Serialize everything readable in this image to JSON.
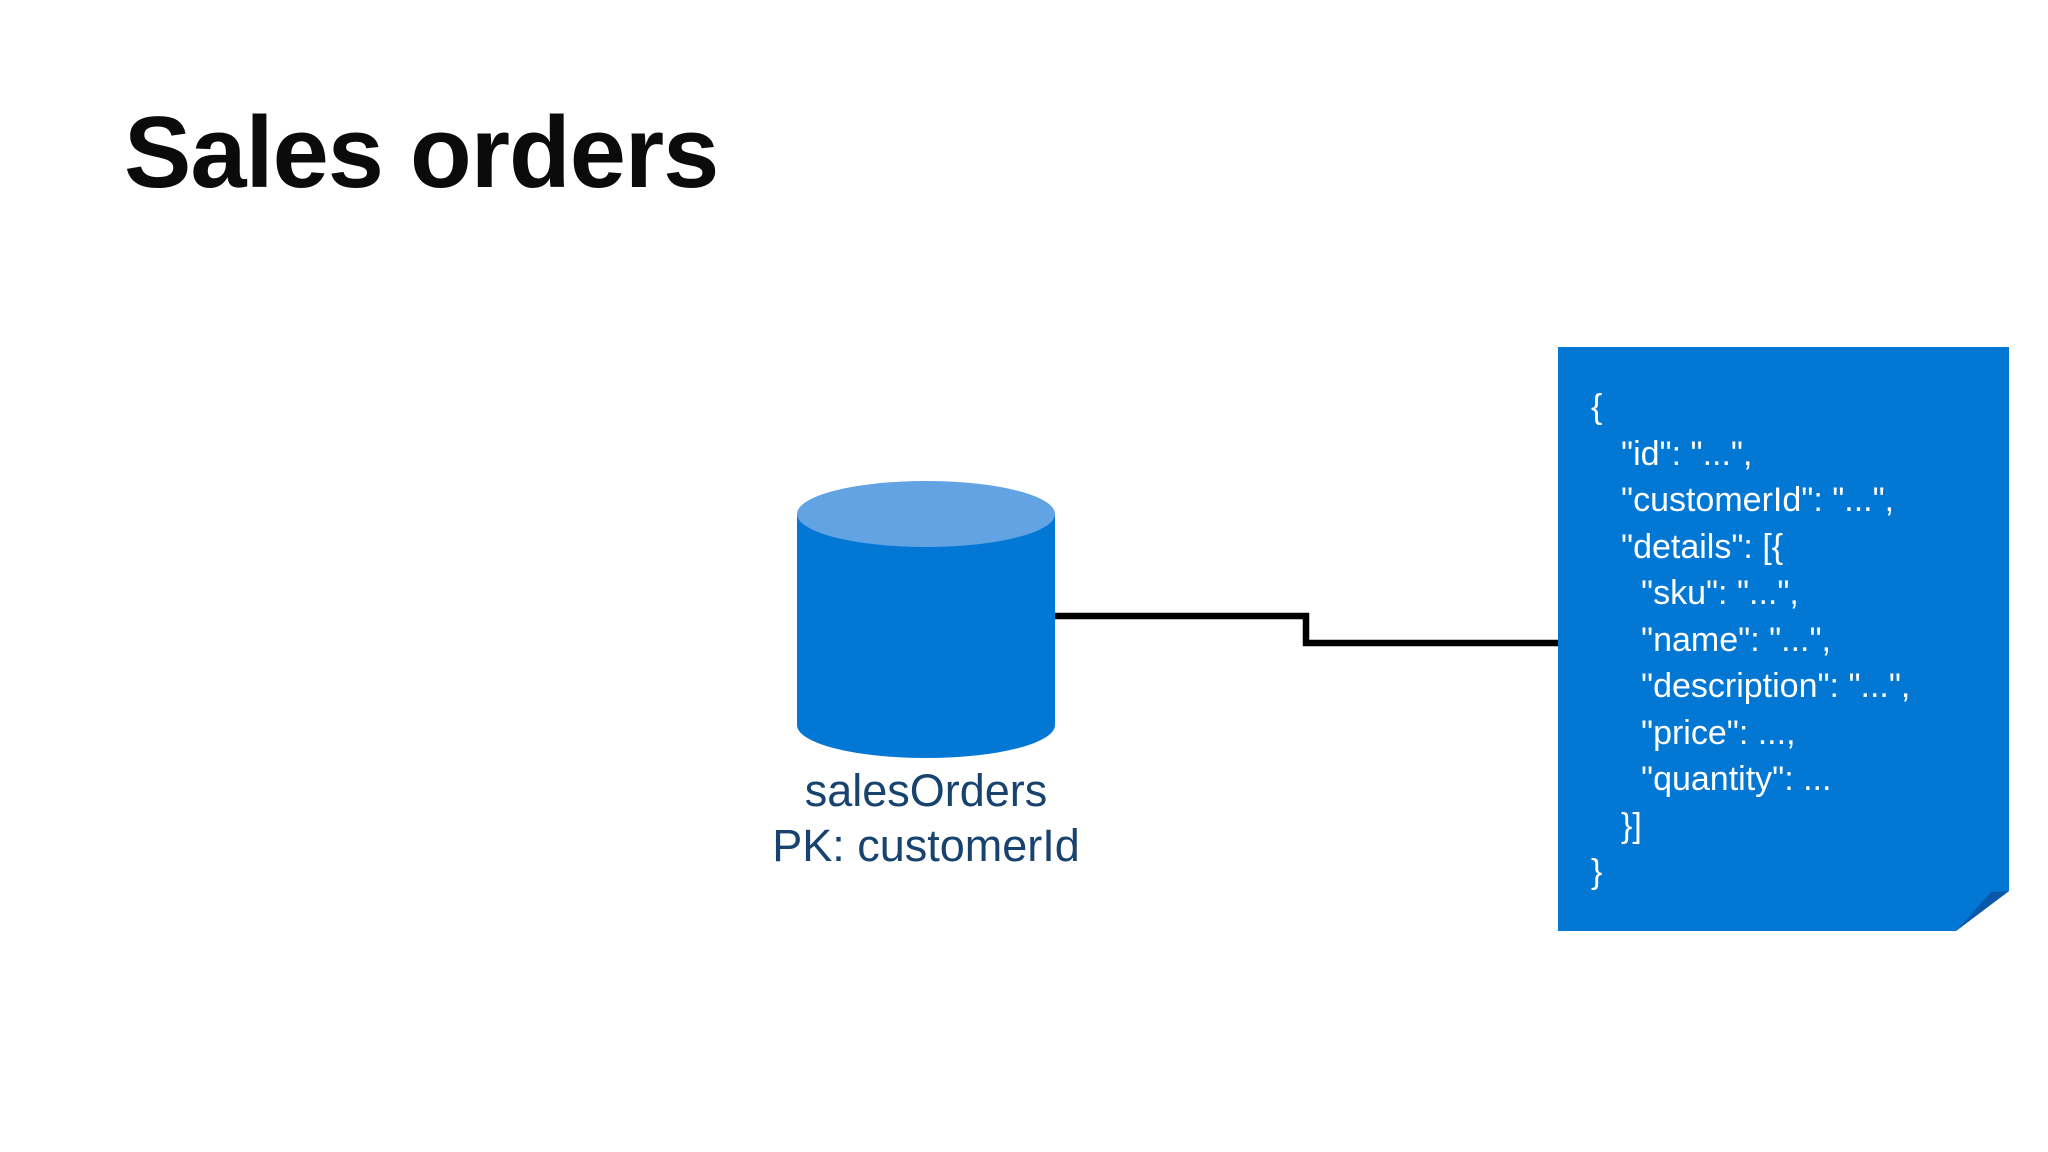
{
  "page": {
    "title": "Sales orders",
    "background": "#ffffff"
  },
  "diagram": {
    "container": {
      "icon": "database-cylinder-icon",
      "label": "salesOrders",
      "sublabel": "PK: customerId",
      "body_color": "#0277d4",
      "top_color": "#61a3e3",
      "label_color": "#17436e"
    },
    "connector": {
      "color": "#000000"
    },
    "document": {
      "fill": "#0277d4",
      "fold_color": "#0a58a9",
      "text_color": "#ffffff",
      "json_lines": [
        {
          "indent": 0,
          "text": "{"
        },
        {
          "indent": 1,
          "text": "\"id\": \"...\","
        },
        {
          "indent": 1,
          "text": "\"customerId\": \"...\","
        },
        {
          "indent": 1,
          "text": "\"details\": [{"
        },
        {
          "indent": 2,
          "text": "\"sku\": \"...\","
        },
        {
          "indent": 2,
          "text": "\"name\": \"...\","
        },
        {
          "indent": 2,
          "text": "\"description\": \"...\","
        },
        {
          "indent": 2,
          "text": "\"price\": ...,"
        },
        {
          "indent": 2,
          "text": "\"quantity\": ..."
        },
        {
          "indent": 1,
          "text": "}]"
        },
        {
          "indent": 0,
          "text": "}"
        }
      ]
    }
  }
}
